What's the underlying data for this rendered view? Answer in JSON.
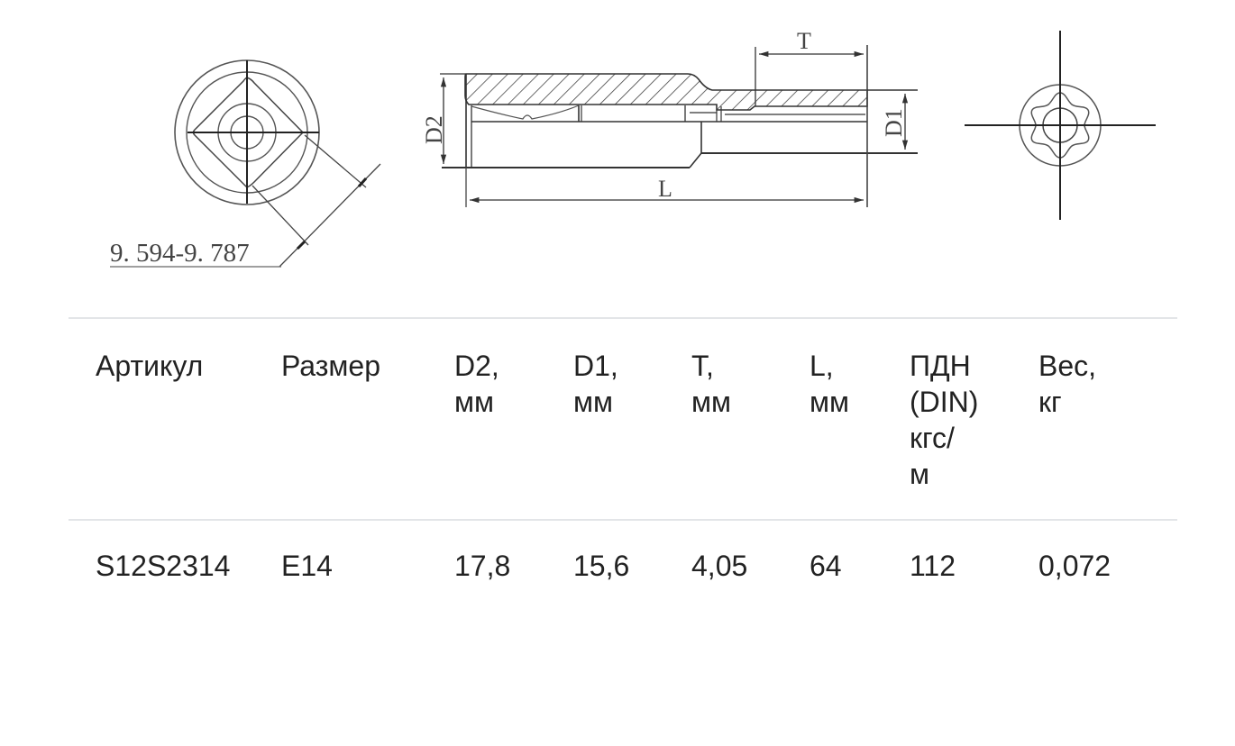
{
  "drawing": {
    "front_view": {
      "dimension_label": "9. 594-9. 787"
    },
    "side_view": {
      "labels": {
        "D2": "D2",
        "D1": "D1",
        "T": "T",
        "L": "L"
      }
    },
    "rear_view": {
      "profile": "torx-6-lobe"
    },
    "colors": {
      "line": "#333333",
      "hatch": "#444444"
    }
  },
  "table": {
    "columns": [
      {
        "lines": [
          "Артикул"
        ]
      },
      {
        "lines": [
          "Размер"
        ]
      },
      {
        "lines": [
          "D2,",
          "мм"
        ]
      },
      {
        "lines": [
          "D1,",
          "мм"
        ]
      },
      {
        "lines": [
          "T,",
          "мм"
        ]
      },
      {
        "lines": [
          "L,",
          "мм"
        ]
      },
      {
        "lines": [
          "ПДН",
          "(DIN)",
          "кгс/",
          "м"
        ]
      },
      {
        "lines": [
          "Вес,",
          "кг"
        ]
      }
    ],
    "rows": [
      [
        "S12S2314",
        "E14",
        "17,8",
        "15,6",
        "4,05",
        "64",
        "112",
        "0,072"
      ]
    ],
    "colors": {
      "text": "#222222",
      "divider": "#e3e5e8"
    }
  }
}
